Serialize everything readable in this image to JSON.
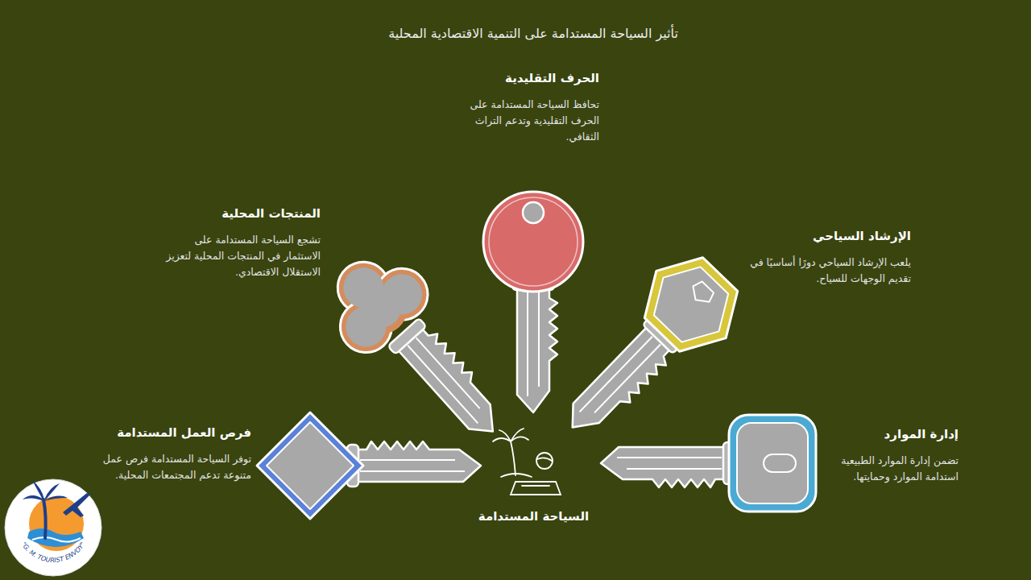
{
  "diagram": {
    "title": "تأثير السياحة المستدامة على التنمية الاقتصادية المحلية",
    "nodes": [
      {
        "text": [
          "الحرف التقليدية",
          "تحافظ السياحة المستدامة على الحرف التقليدية وتدعم التراث الثقافي."
        ]
      },
      {
        "text": [
          "الإرشاد السياحي",
          "يلعب الإرشاد السياحي دورًا أساسيًا في تقديم الوجهات للسياح."
        ]
      },
      {
        "text": [
          "المنتجات المحلية",
          "تشجع السياحة المستدامة على الاستثمار في المنتجات المحلية لتعزيز الاستقلال الاقتصادي."
        ]
      },
      {
        "text": [
          "إدارة الموارد",
          "تضمن إدارة الموارد الطبيعية استدامة الموارد وحمايتها."
        ]
      },
      {
        "text": [
          "فرص العمل المستدامة",
          "توفر السياحة المستدامة فرص عمل متنوعة تدعم المجتمعات المحلية."
        ]
      },
      {
        "text": [
          "السياحة المستدامة"
        ]
      }
    ],
    "labels": [
      "\"G. M. TOURIST ENVOY\""
    ]
  }
}
